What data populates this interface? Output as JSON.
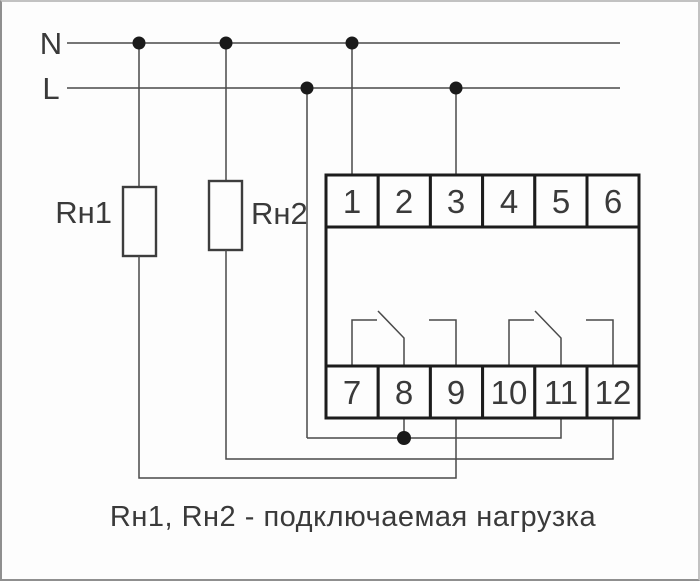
{
  "diagram": {
    "bus": {
      "neutral_label": "N",
      "line_label": "L"
    },
    "loads": {
      "load1_label": "Rн1",
      "load2_label": "Rн2"
    },
    "relay": {
      "top_terminals": [
        "1",
        "2",
        "3",
        "4",
        "5",
        "6"
      ],
      "bottom_terminals": [
        "7",
        "8",
        "9",
        "10",
        "11",
        "12"
      ]
    },
    "caption": "Rн1, Rн2 - подключаемая нагрузка",
    "colors": {
      "background": "#fdfdfd",
      "frame": "#8f8f8f",
      "wire": "#4a4a4a",
      "device_outline": "#1c1c1c",
      "junction_dot": "#1a1a1a",
      "text": "#3a3a3a"
    }
  }
}
